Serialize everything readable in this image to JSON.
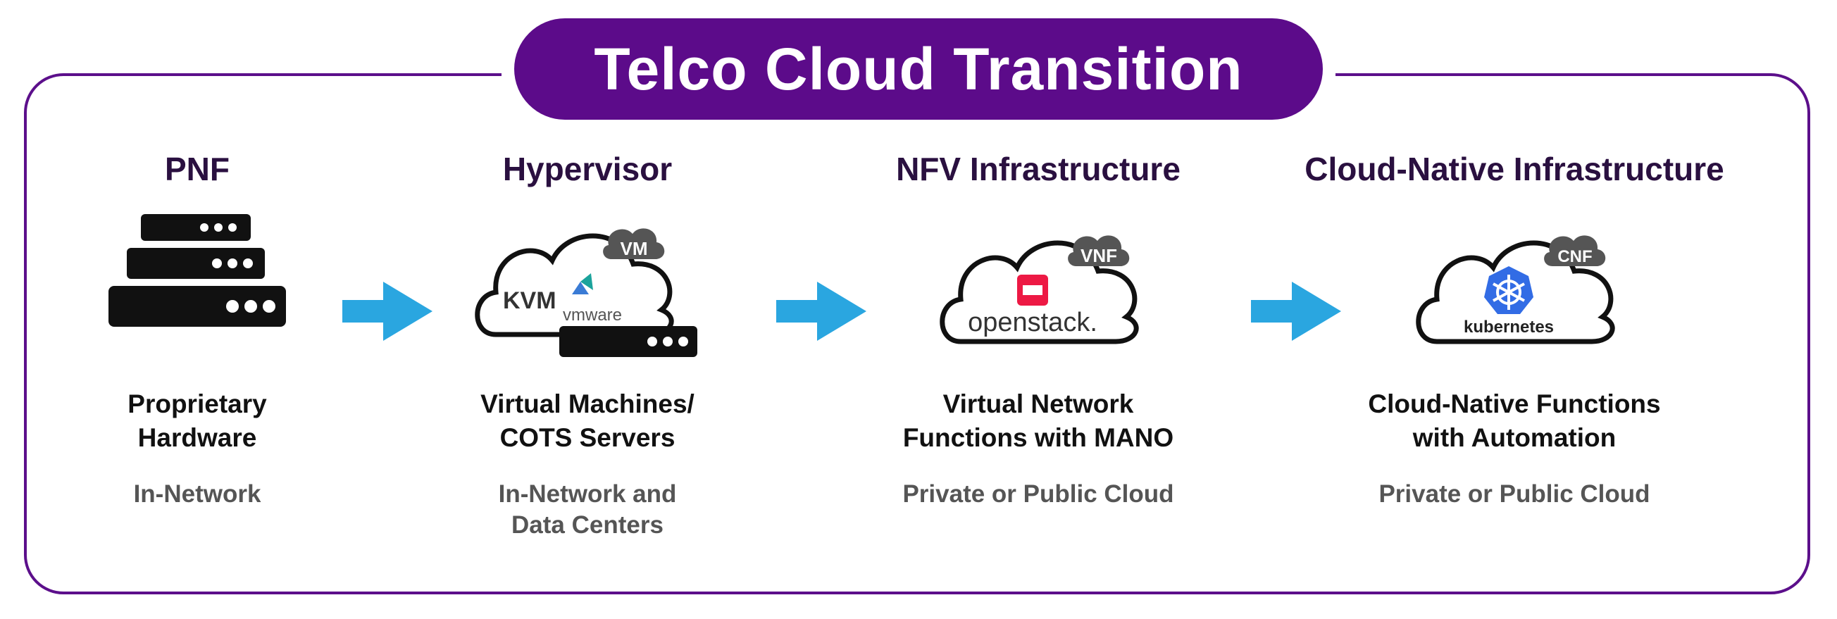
{
  "title": "Telco Cloud Transition",
  "stages": [
    {
      "heading": "PNF",
      "description": "Proprietary\nHardware",
      "location": "In-Network"
    },
    {
      "heading": "Hypervisor",
      "description": "Virtual Machines/\nCOTS Servers",
      "location": "In-Network and\nData Centers",
      "cloud_badge": "VM",
      "logos": [
        "KVM",
        "vmware"
      ]
    },
    {
      "heading": "NFV Infrastructure",
      "description": "Virtual Network\nFunctions with MANO",
      "location": "Private or Public Cloud",
      "cloud_badge": "VNF",
      "logos": [
        "openstack."
      ]
    },
    {
      "heading": "Cloud-Native Infrastructure",
      "description": "Cloud-Native Functions\nwith Automation",
      "location": "Private or Public Cloud",
      "cloud_badge": "CNF",
      "logos": [
        "kubernetes"
      ]
    }
  ],
  "colors": {
    "title_bg": "#5c0b8a",
    "frame": "#5c0f8b",
    "arrow": "#2aa6e0",
    "openstack": "#ed1944",
    "kubernetes": "#326ce5"
  },
  "icons": [
    "server-stack-icon",
    "cloud-icon",
    "right-arrow-icon",
    "kubernetes-wheel-icon",
    "openstack-logo-icon"
  ]
}
